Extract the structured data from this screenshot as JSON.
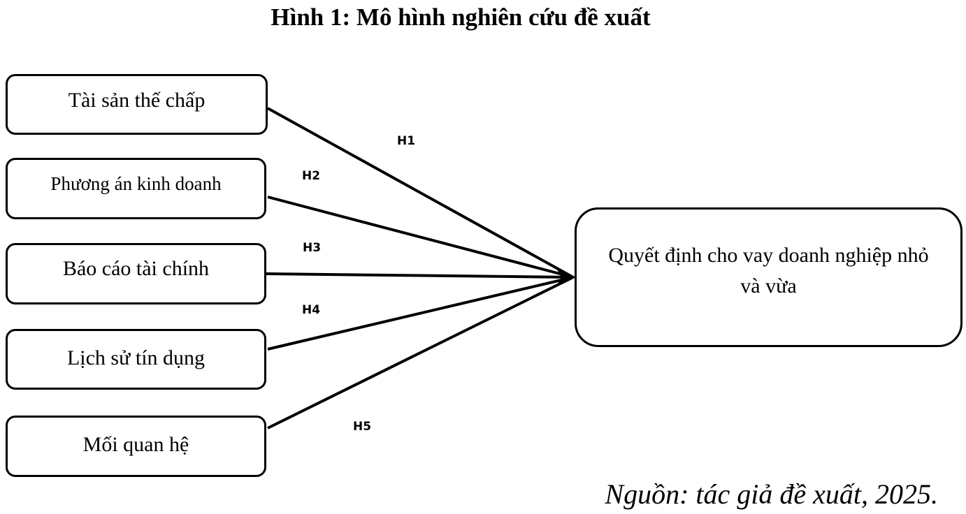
{
  "figure": {
    "title": "Hình 1: Mô hình nghiên cứu đề xuất",
    "source": "Nguồn: tác giả đề xuất, 2025."
  },
  "factors": [
    {
      "label": "Tài sản thế chấp",
      "hypothesis": "H1"
    },
    {
      "label": "Phương án kinh doanh",
      "hypothesis": "H2"
    },
    {
      "label": "Báo cáo tài chính",
      "hypothesis": "H3"
    },
    {
      "label": "Lịch sử tín dụng",
      "hypothesis": "H4"
    },
    {
      "label": "Mối quan hệ",
      "hypothesis": "H5"
    }
  ],
  "outcome": {
    "label": "Quyết định cho vay doanh nghiệp nhỏ và vừa"
  }
}
